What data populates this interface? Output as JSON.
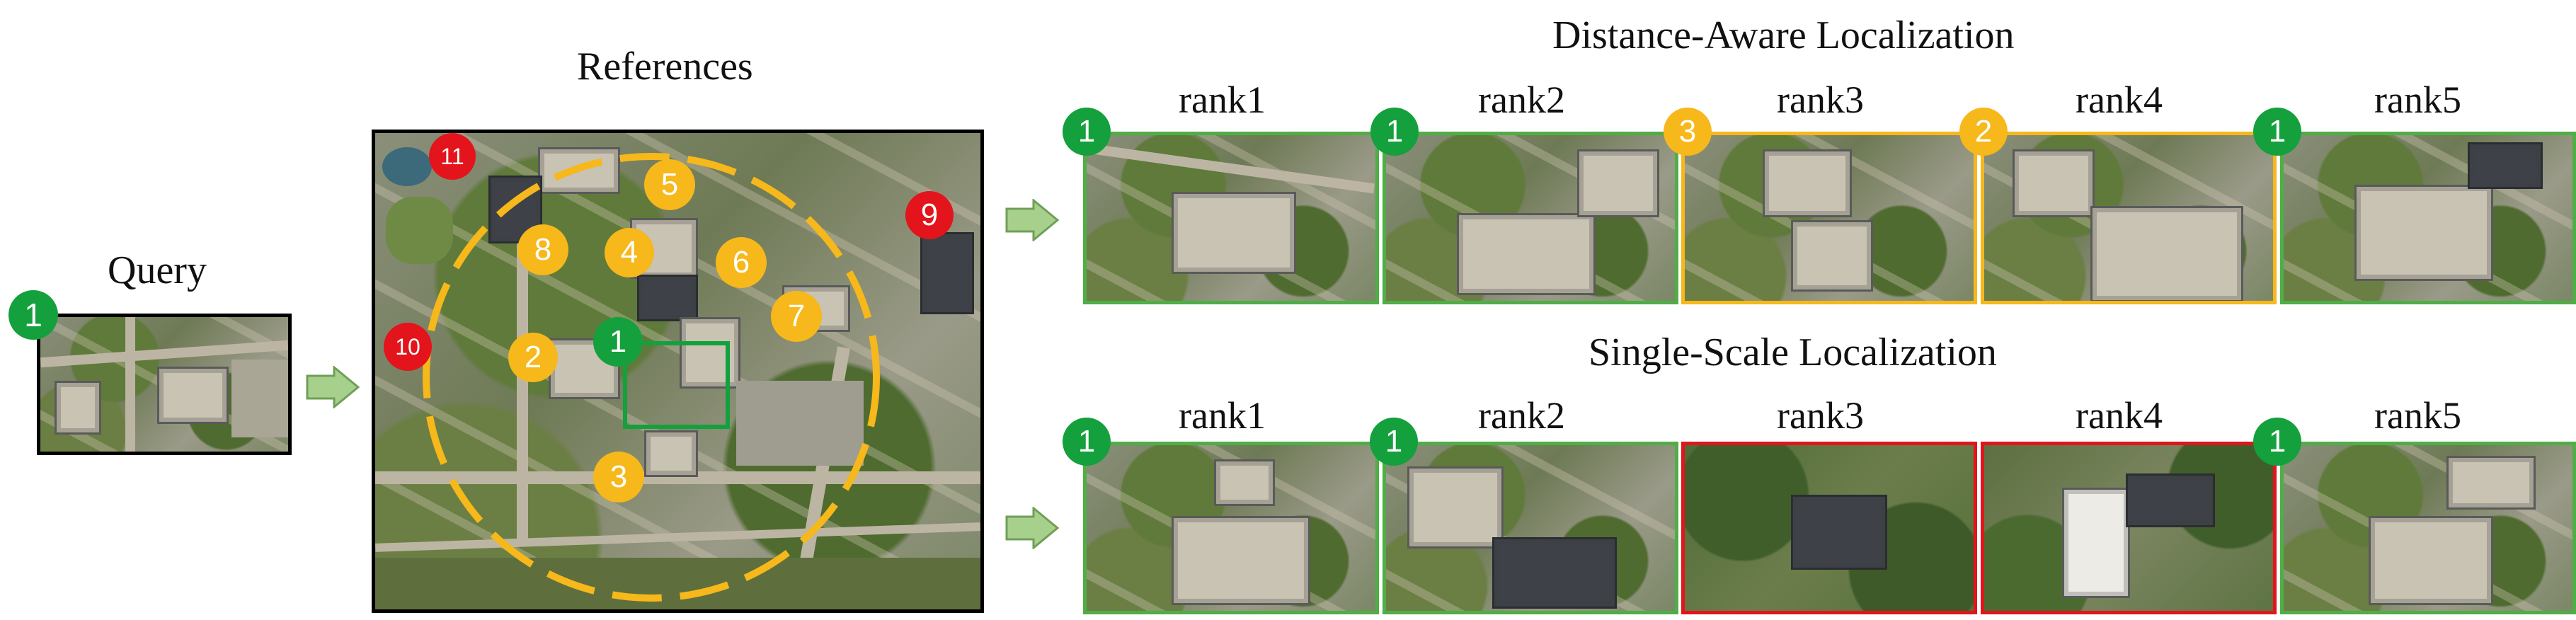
{
  "query": {
    "title": "Query",
    "badge": "1"
  },
  "references": {
    "title": "References",
    "markers": [
      {
        "label": "11",
        "color": "red"
      },
      {
        "label": "5",
        "color": "yellow"
      },
      {
        "label": "9",
        "color": "red"
      },
      {
        "label": "8",
        "color": "yellow"
      },
      {
        "label": "4",
        "color": "yellow"
      },
      {
        "label": "6",
        "color": "yellow"
      },
      {
        "label": "7",
        "color": "yellow"
      },
      {
        "label": "10",
        "color": "red"
      },
      {
        "label": "2",
        "color": "yellow"
      },
      {
        "label": "1",
        "color": "green"
      },
      {
        "label": "3",
        "color": "yellow"
      }
    ]
  },
  "distance_aware": {
    "title": "Distance-Aware Localization",
    "ranks": [
      {
        "label": "rank1",
        "badge": "1",
        "status": "green"
      },
      {
        "label": "rank2",
        "badge": "1",
        "status": "green"
      },
      {
        "label": "rank3",
        "badge": "3",
        "status": "yellow"
      },
      {
        "label": "rank4",
        "badge": "2",
        "status": "yellow"
      },
      {
        "label": "rank5",
        "badge": "1",
        "status": "green"
      }
    ]
  },
  "single_scale": {
    "title": "Single-Scale Localization",
    "ranks": [
      {
        "label": "rank1",
        "badge": "1",
        "status": "green"
      },
      {
        "label": "rank2",
        "badge": "1",
        "status": "green"
      },
      {
        "label": "rank3",
        "badge": "",
        "status": "red"
      },
      {
        "label": "rank4",
        "badge": "",
        "status": "red"
      },
      {
        "label": "rank5",
        "badge": "1",
        "status": "green"
      }
    ]
  },
  "colors": {
    "green": "#14a03c",
    "yellow": "#f6b81a",
    "red": "#e3141b",
    "arrow_fill": "#a8d08d",
    "arrow_stroke": "#6f9f57",
    "dashed_circle": "#f6b81a"
  }
}
